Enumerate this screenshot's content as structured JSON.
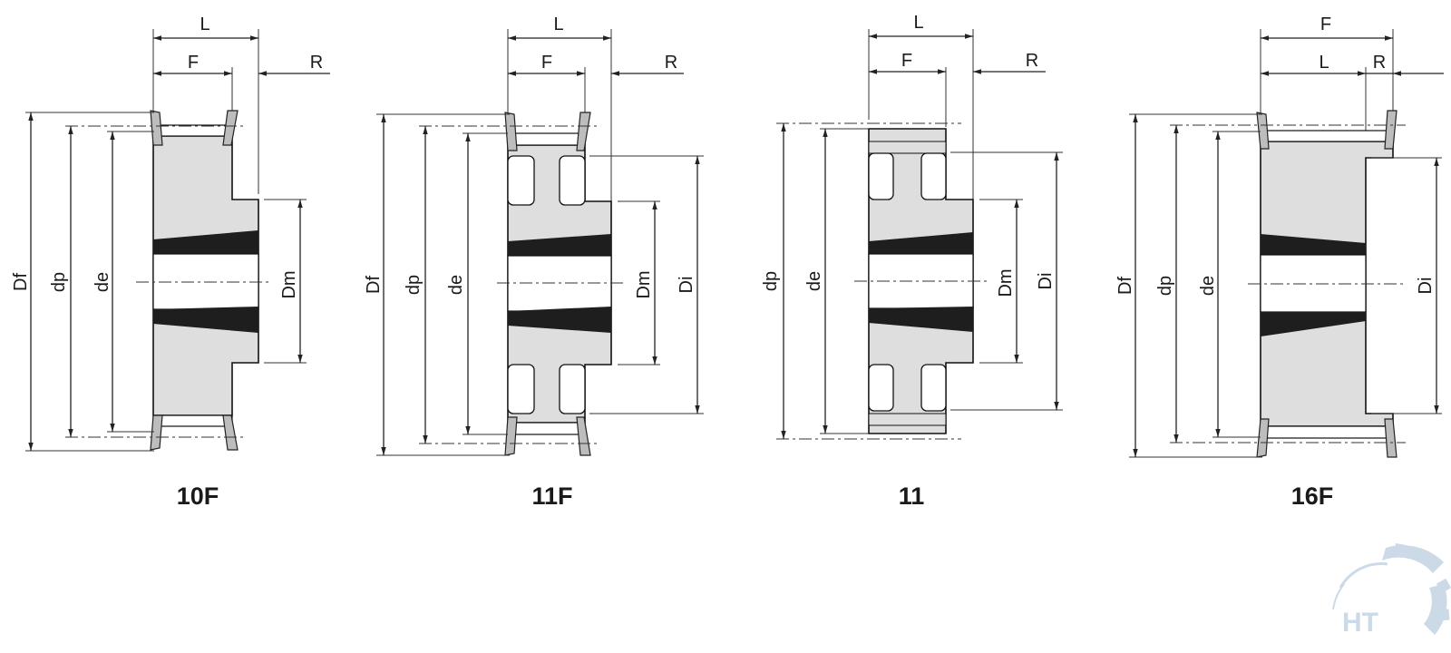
{
  "diagram": {
    "views": [
      {
        "id": "10F",
        "caption": "10F",
        "labels": {
          "L": "L",
          "F": "F",
          "R": "R",
          "Df": "Df",
          "dp": "dp",
          "de": "de",
          "Dm": "Dm"
        }
      },
      {
        "id": "11F",
        "caption": "11F",
        "labels": {
          "L": "L",
          "F": "F",
          "R": "R",
          "Df": "Df",
          "dp": "dp",
          "de": "de",
          "Dm": "Dm",
          "Di": "Di"
        }
      },
      {
        "id": "11",
        "caption": "11",
        "labels": {
          "L": "L",
          "F": "F",
          "R": "R",
          "dp": "dp",
          "de": "de",
          "Dm": "Dm",
          "Di": "Di"
        }
      },
      {
        "id": "16F",
        "caption": "16F",
        "labels": {
          "F": "F",
          "L": "L",
          "R": "R",
          "Df": "Df",
          "dp": "dp",
          "de": "de",
          "Di": "Di"
        }
      }
    ],
    "logo": {
      "text": "HT",
      "color": "#c7d6e6",
      "icon": "gear-logo-icon"
    }
  }
}
